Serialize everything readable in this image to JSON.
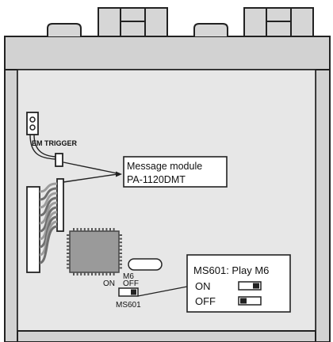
{
  "labels": {
    "em_trigger": "EM TRIGGER",
    "module_line1": "Message module",
    "module_line2": "PA-1120DMT",
    "switch_on": "ON",
    "switch_off": "OFF",
    "switch_chip_label": "M6",
    "switch_name": "MS601",
    "legend_title": "MS601: Play M6",
    "legend_on": "ON",
    "legend_off": "OFF"
  },
  "colors": {
    "outline": "#222222",
    "board_fill": "#e7e7e7",
    "housing_fill": "#d2d2d2",
    "chip_fill": "#9a9a9a",
    "label_fill": "#ffffff",
    "ribbon_wire": "#9c9c9c"
  }
}
